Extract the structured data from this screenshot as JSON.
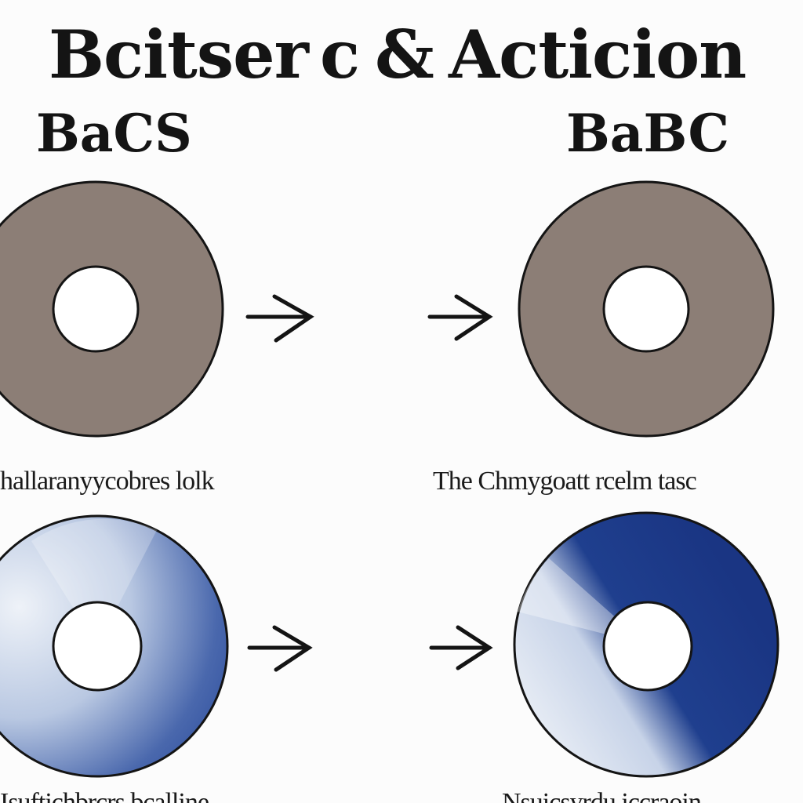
{
  "title": {
    "left": "Bcitser",
    "middle": "c",
    "amp": "&",
    "right": "Acticion"
  },
  "subtitles": {
    "left": "BaCS",
    "right": "BaBC"
  },
  "captions": {
    "row1_left": "hallaranyycobres lolk",
    "row1_right": "The Chmygoatt rcelm tasc",
    "row2_left": "Isuftichbrcrs bcalline",
    "row2_right": "Nsuicsyrdu iccraoin"
  },
  "colors": {
    "gray_disc": "#8c7e76",
    "blue_dark": "#1f3f8e",
    "blue_mid": "#3f5fa8",
    "blue_light": "#dfe6f1",
    "outline": "#141414",
    "hole": "#ffffff"
  }
}
